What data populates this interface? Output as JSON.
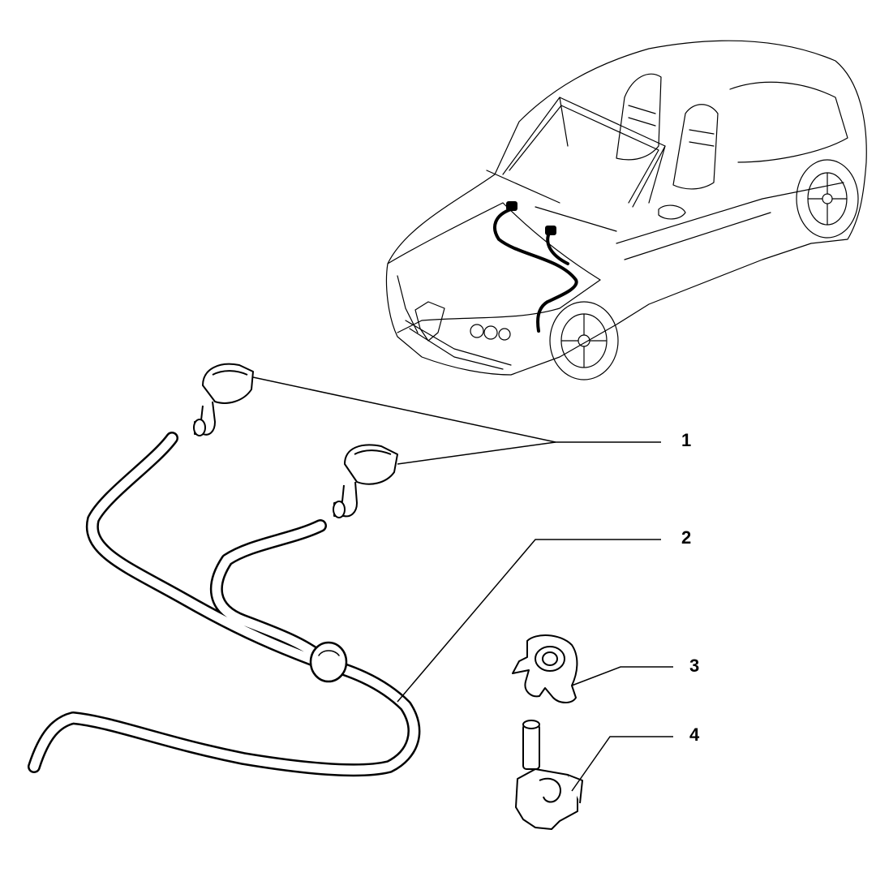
{
  "callouts": [
    {
      "id": "1",
      "label": "1",
      "part_icon": "washer-nozzle-icon"
    },
    {
      "id": "2",
      "label": "2",
      "part_icon": "washer-hose-icon"
    },
    {
      "id": "3",
      "label": "3",
      "part_icon": "hose-clip-icon"
    },
    {
      "id": "4",
      "label": "4",
      "part_icon": "hose-connector-clip-icon"
    }
  ],
  "vehicle_icon": "convertible-car-icon",
  "colors": {
    "line": "#000000",
    "background": "#ffffff",
    "fill_light": "#eeeeee"
  }
}
